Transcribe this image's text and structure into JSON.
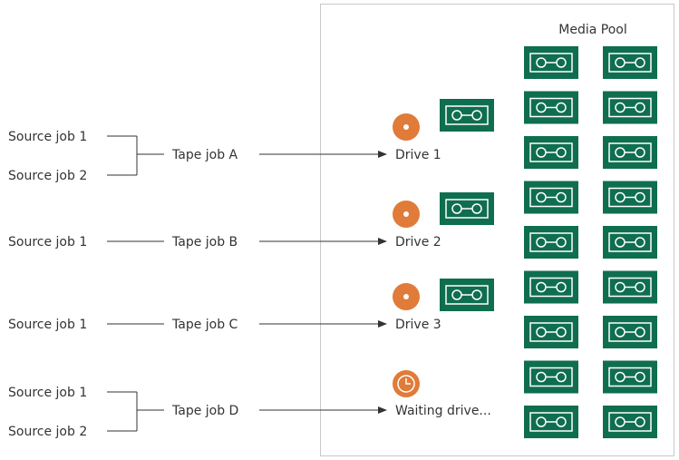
{
  "diagram": {
    "media_pool_label": "Media Pool",
    "groups": [
      {
        "sources": [
          "Source job 1",
          "Source job 2"
        ],
        "tape_job": "Tape job A",
        "target": "Drive 1",
        "target_kind": "drive",
        "has_loaded_tape": true
      },
      {
        "sources": [
          "Source job 1"
        ],
        "tape_job": "Tape job B",
        "target": "Drive 2",
        "target_kind": "drive",
        "has_loaded_tape": true
      },
      {
        "sources": [
          "Source job 1"
        ],
        "tape_job": "Tape job C",
        "target": "Drive 3",
        "target_kind": "drive",
        "has_loaded_tape": true
      },
      {
        "sources": [
          "Source job 1",
          "Source job 2"
        ],
        "tape_job": "Tape job D",
        "target": "Waiting drive...",
        "target_kind": "waiting",
        "has_loaded_tape": false
      }
    ],
    "media_pool": {
      "columns": 2,
      "rows": 9
    },
    "colors": {
      "tape_fill": "#0f6e4f",
      "tape_outline": "#ffffff",
      "drive_fill": "#e07b39",
      "line": "#333333",
      "panel_border": "#c8c8c8"
    },
    "icons": {
      "drive": "disc-icon",
      "waiting": "clock-icon",
      "tape": "tape-cartridge-icon"
    }
  }
}
